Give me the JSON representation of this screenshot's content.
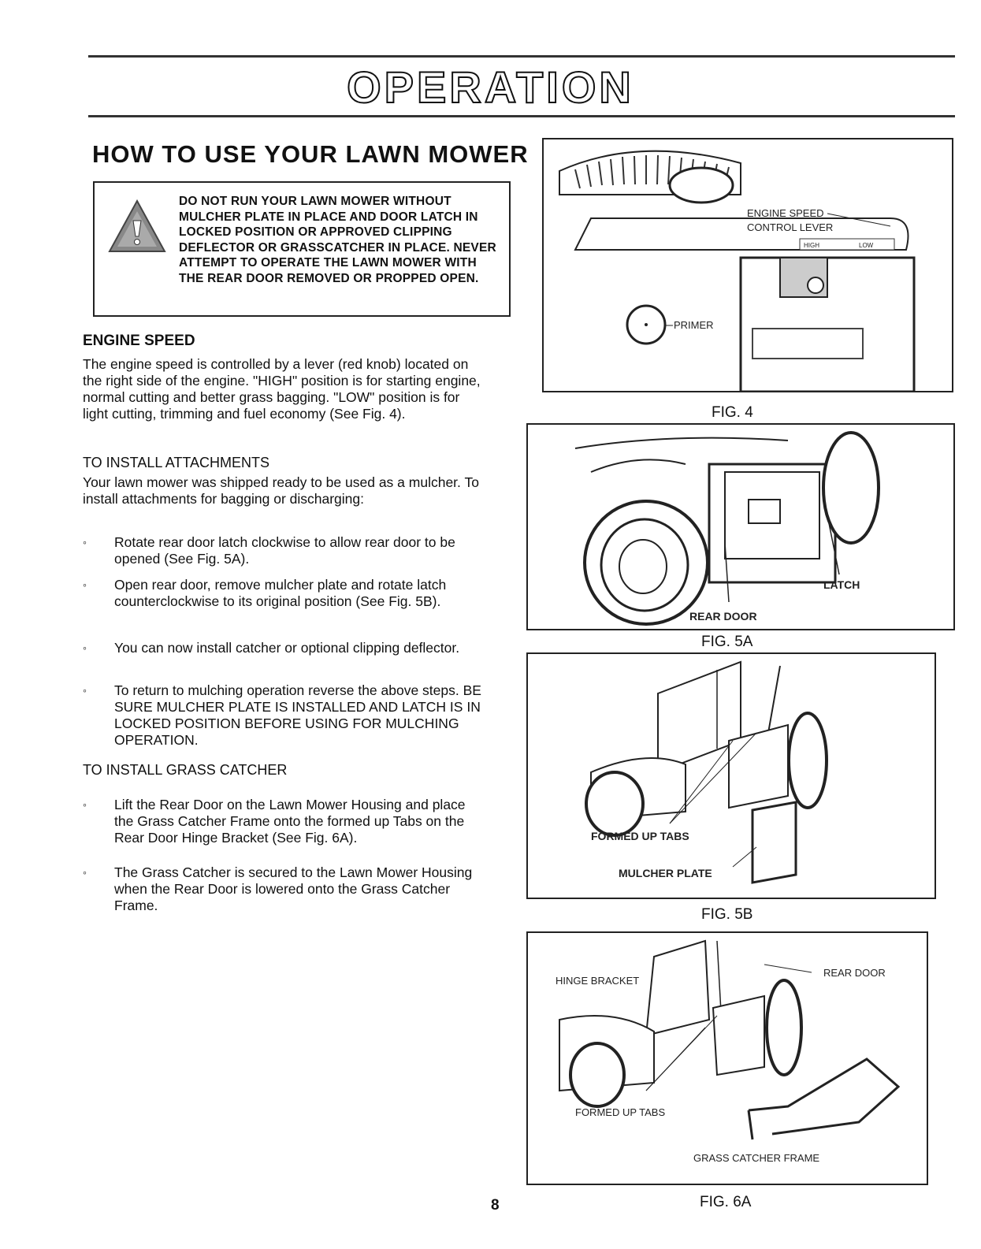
{
  "page_title": "OPERATION",
  "section_title": "HOW TO USE YOUR LAWN MOWER",
  "warning_text": "DO NOT RUN YOUR LAWN MOWER WITHOUT MULCHER PLATE IN PLACE AND DOOR LATCH IN LOCKED POSITION OR APPROVED CLIPPING DEFLECTOR OR GRASSCATCHER IN PLACE. NEVER ATTEMPT TO OPERATE THE LAWN MOWER WITH THE REAR DOOR REMOVED OR PROPPED OPEN.",
  "engine_speed": {
    "heading": "ENGINE SPEED",
    "text": "The engine speed is controlled by a lever (red knob) located on the right side of the engine. \"HIGH\" position is for starting engine, normal cutting and better grass bagging. \"LOW\" position is for light cutting, trimming and fuel economy (See Fig. 4)."
  },
  "install_attachments": {
    "heading": "TO INSTALL ATTACHMENTS",
    "intro": "Your lawn mower was shipped ready to be used as a mulcher. To install attachments for bagging or discharging:",
    "bullets": [
      "Rotate rear door latch clockwise to allow rear door to be opened (See Fig. 5A).",
      "Open rear door, remove mulcher plate and rotate latch counterclockwise to its original position (See Fig. 5B).",
      "You can now install catcher or optional clipping deflector.",
      "To return to mulching operation reverse the above steps. BE SURE MULCHER PLATE IS INSTALLED AND LATCH IS IN LOCKED POSITION BEFORE USING FOR MULCHING OPERATION."
    ]
  },
  "install_catcher": {
    "heading": "TO INSTALL GRASS CATCHER",
    "bullets": [
      "Lift the Rear Door on the Lawn Mower Housing and place the Grass Catcher Frame onto the formed up Tabs on the Rear Door Hinge Bracket (See Fig. 6A).",
      "The Grass Catcher is secured to the Lawn Mower Housing when the Rear Door is lowered onto the Grass Catcher Frame."
    ]
  },
  "figures": {
    "fig4": {
      "caption": "FIG. 4",
      "labels": [
        "ENGINE SPEED",
        "CONTROL LEVER",
        "HIGH",
        "LOW",
        "PRIMER"
      ]
    },
    "fig5a": {
      "caption": "FIG. 5A",
      "labels": [
        "LATCH",
        "REAR DOOR"
      ]
    },
    "fig5b": {
      "caption": "FIG. 5B",
      "labels": [
        "FORMED UP TABS",
        "MULCHER PLATE"
      ]
    },
    "fig6a": {
      "caption": "FIG. 6A",
      "labels": [
        "HINGE BRACKET",
        "REAR DOOR",
        "FORMED UP TABS",
        "GRASS CATCHER FRAME"
      ]
    }
  },
  "page_number": "8"
}
